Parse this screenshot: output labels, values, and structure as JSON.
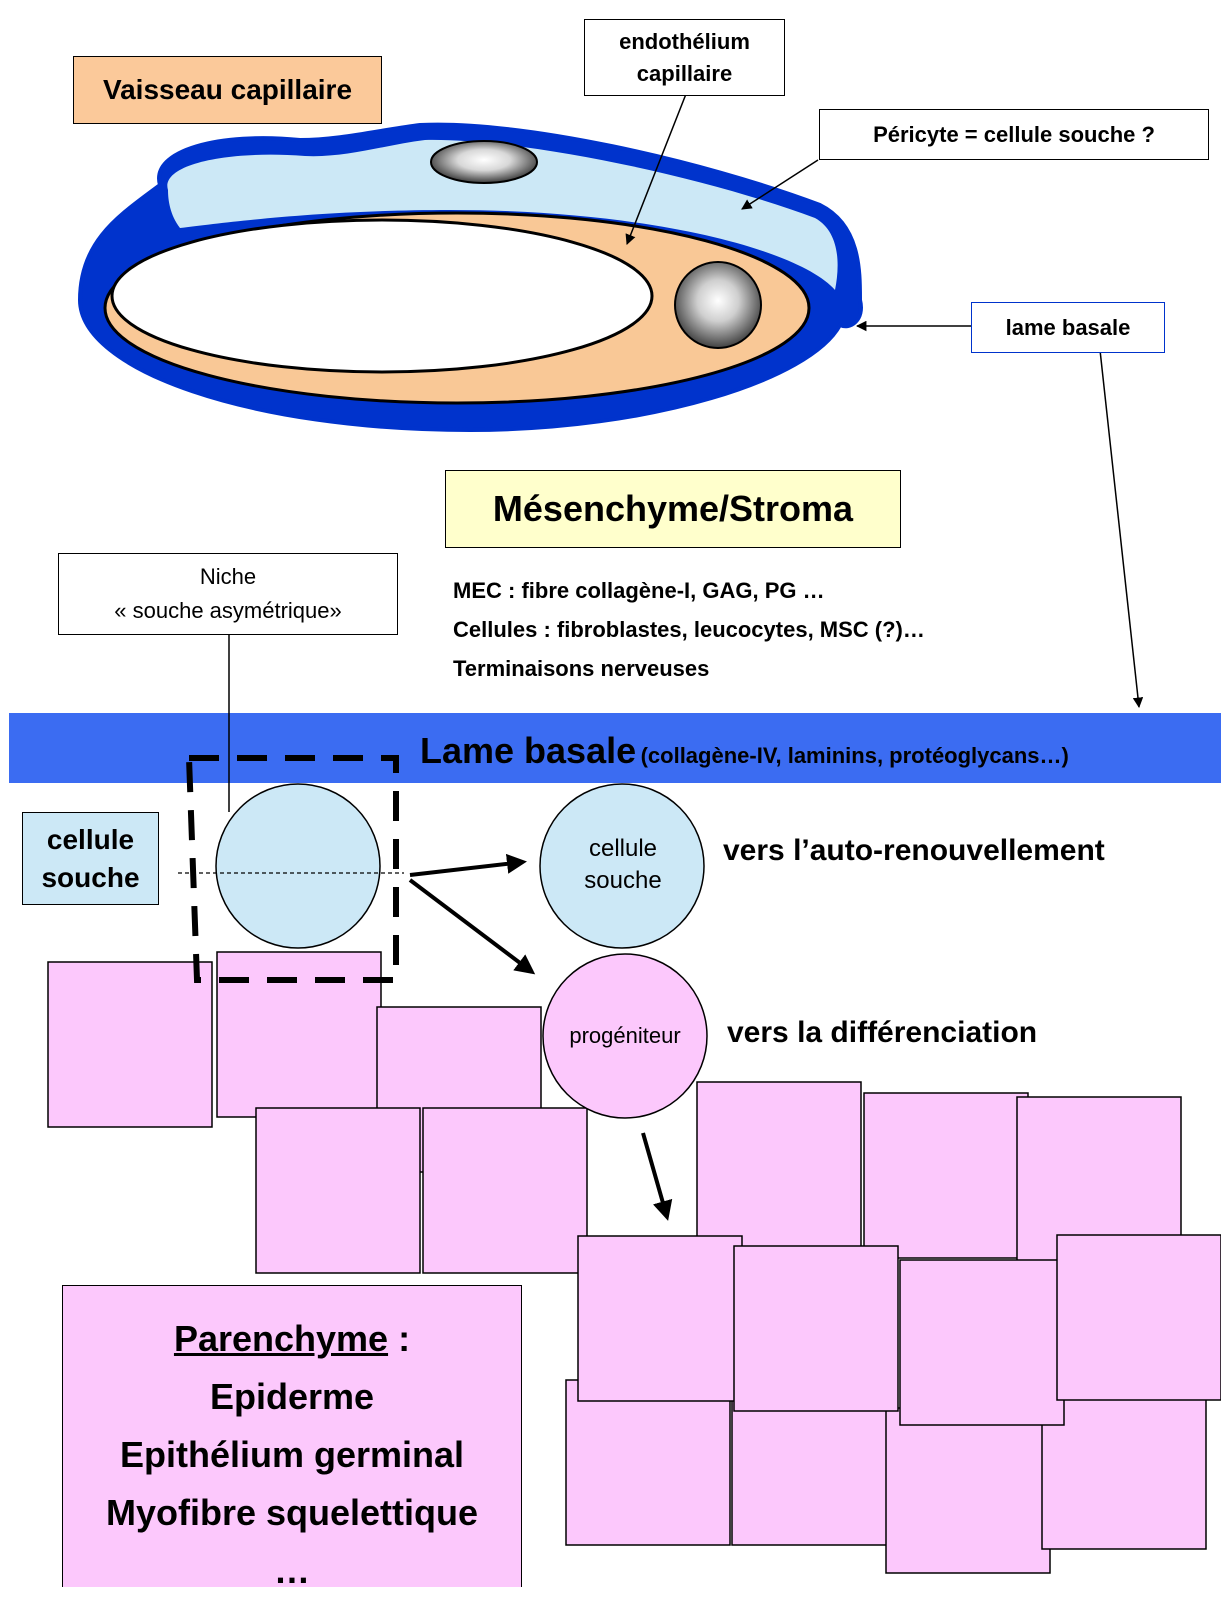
{
  "capillary": {
    "title": "Vaisseau capillaire",
    "endothelium_line1": "endothélium",
    "endothelium_line2": "capillaire",
    "pericyte": "Péricyte = cellule souche ?",
    "basal_lamina": "lame basale"
  },
  "mesenchyme": {
    "title": "Mésenchyme/Stroma",
    "line1": "MEC : fibre collagène-I, GAG, PG …",
    "line2": "Cellules : fibroblastes, leucocytes, MSC (?)…",
    "line3": "Terminaisons nerveuses"
  },
  "niche": {
    "line1": "Niche",
    "line2": "« souche asymétrique»"
  },
  "basal_band": {
    "main": "Lame basale",
    "detail": "(collagène-IV, laminins, protéoglycans…)"
  },
  "stem_cell": {
    "label_line1": "cellule",
    "label_line2": "souche"
  },
  "daughter_stem": {
    "line1": "cellule",
    "line2": "souche",
    "caption": "vers l’auto-renouvellement"
  },
  "progenitor": {
    "label": "progéniteur",
    "caption": "vers la différenciation"
  },
  "parenchyme": {
    "title": "Parenchyme",
    "colon": " :",
    "items": [
      "Epiderme",
      "Epithélium germinal",
      "Myofibre squelettique",
      "…"
    ]
  },
  "colors": {
    "vessel_blue": "#0033cc",
    "pericyte_fill": "#cce8f6",
    "endothelium_fill": "#f9c896",
    "band_blue": "#3b6cf2",
    "stem_fill": "#cce8f6",
    "pink": "#fcc8fc",
    "note_yellow": "#ffffcc",
    "title_orange": "#fbc99a"
  }
}
